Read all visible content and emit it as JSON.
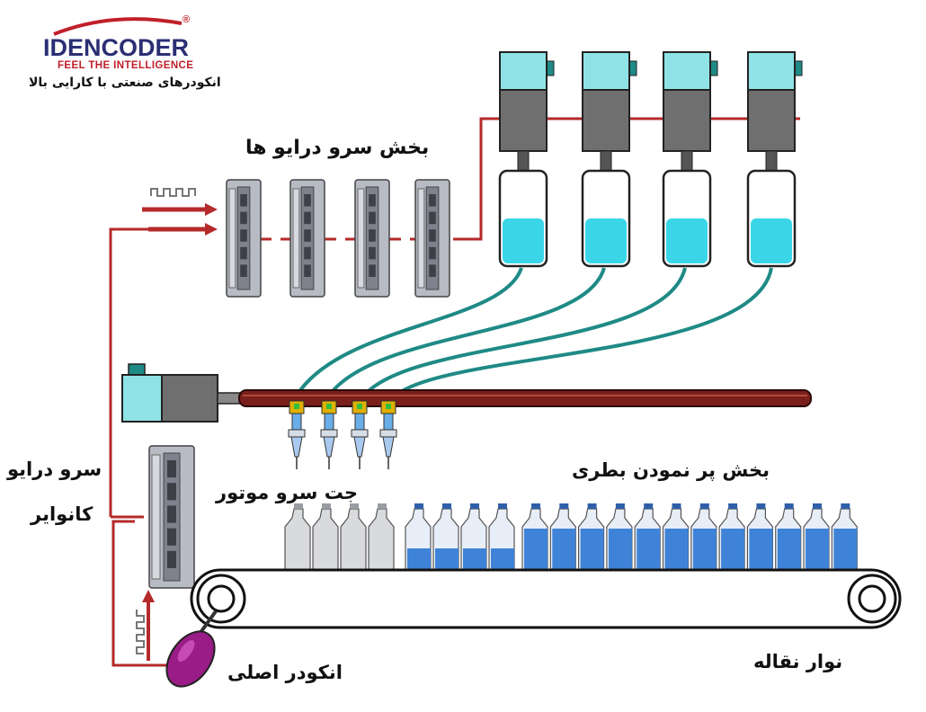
{
  "logo": {
    "name": "IDENCODER",
    "registered": "®",
    "tagline": "FEEL THE INTELLIGENCE",
    "subtitle_fa": "انکودرهای صنعتی با کارایی بالا"
  },
  "labels": {
    "servo_drives_section": "بخش سرو درایو ها",
    "conveyor_servo_drive_line1": "سرو درایو",
    "conveyor_servo_drive_line2": "کانوایر",
    "jet_servo_motor": "جت سرو موتور",
    "bottle_filling_section": "بخش پر نمودن بطری",
    "master_encoder": "انکودر اصلی",
    "conveyor_belt": "نوار نقاله"
  },
  "colors": {
    "signal_line": "#b52a2a",
    "hose": "#1f8a86",
    "liquid": "#3ad6e8",
    "motor_head": "#8fe3e6",
    "motor_body": "#6f6f6f",
    "drive_body": "#b8bac4",
    "encoder": "#9a1c86",
    "rail": "#7a1f1a",
    "bottle_full": "#3f83d8",
    "bottle_empty": "#d9dadd"
  },
  "bottles": {
    "empty_count": 4,
    "partial_count": 4,
    "full_count": 12
  }
}
